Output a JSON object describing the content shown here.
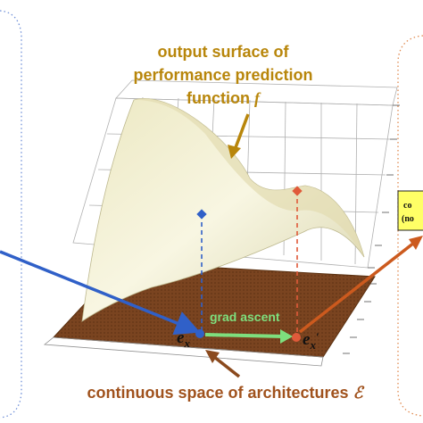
{
  "surface_label": {
    "line1": "output surface of",
    "line2": "performance prediction",
    "line3_text": "function",
    "line3_symbol": "f"
  },
  "space_label": {
    "text": "continuous space of architectures",
    "symbol": "ℰ"
  },
  "grad_label": "grad ascent",
  "point_left": {
    "base": "e",
    "sub": "x"
  },
  "point_right": {
    "base": "e",
    "sub": "x",
    "prime": "′"
  },
  "side_box": {
    "line1": "co",
    "line2": "(no"
  },
  "colors": {
    "label_gold": "#b8860b",
    "space_label": "#a0521d",
    "blue": "#3060c8",
    "orange": "#cc5a1e",
    "green": "#7ee07e",
    "plane": "#7a4420",
    "surface": "#f6f3d6",
    "box_fill": "#ffff66"
  }
}
